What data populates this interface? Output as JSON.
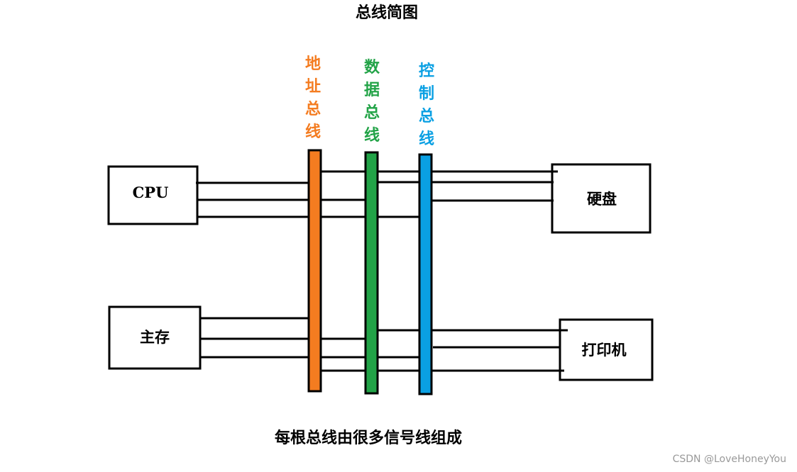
{
  "title": "总线简图",
  "caption": "每根总线由很多信号线组成",
  "watermark": "CSDN @LoveHoneyYou",
  "buses": [
    {
      "id": "address",
      "label": "地址总线",
      "color": "#f47c20"
    },
    {
      "id": "data",
      "label": "数据总线",
      "color": "#22a347"
    },
    {
      "id": "control",
      "label": "控制总线",
      "color": "#0aa0e3"
    }
  ],
  "devices": {
    "cpu": "CPU",
    "memory": "主存",
    "disk": "硬盘",
    "printer": "打印机"
  }
}
